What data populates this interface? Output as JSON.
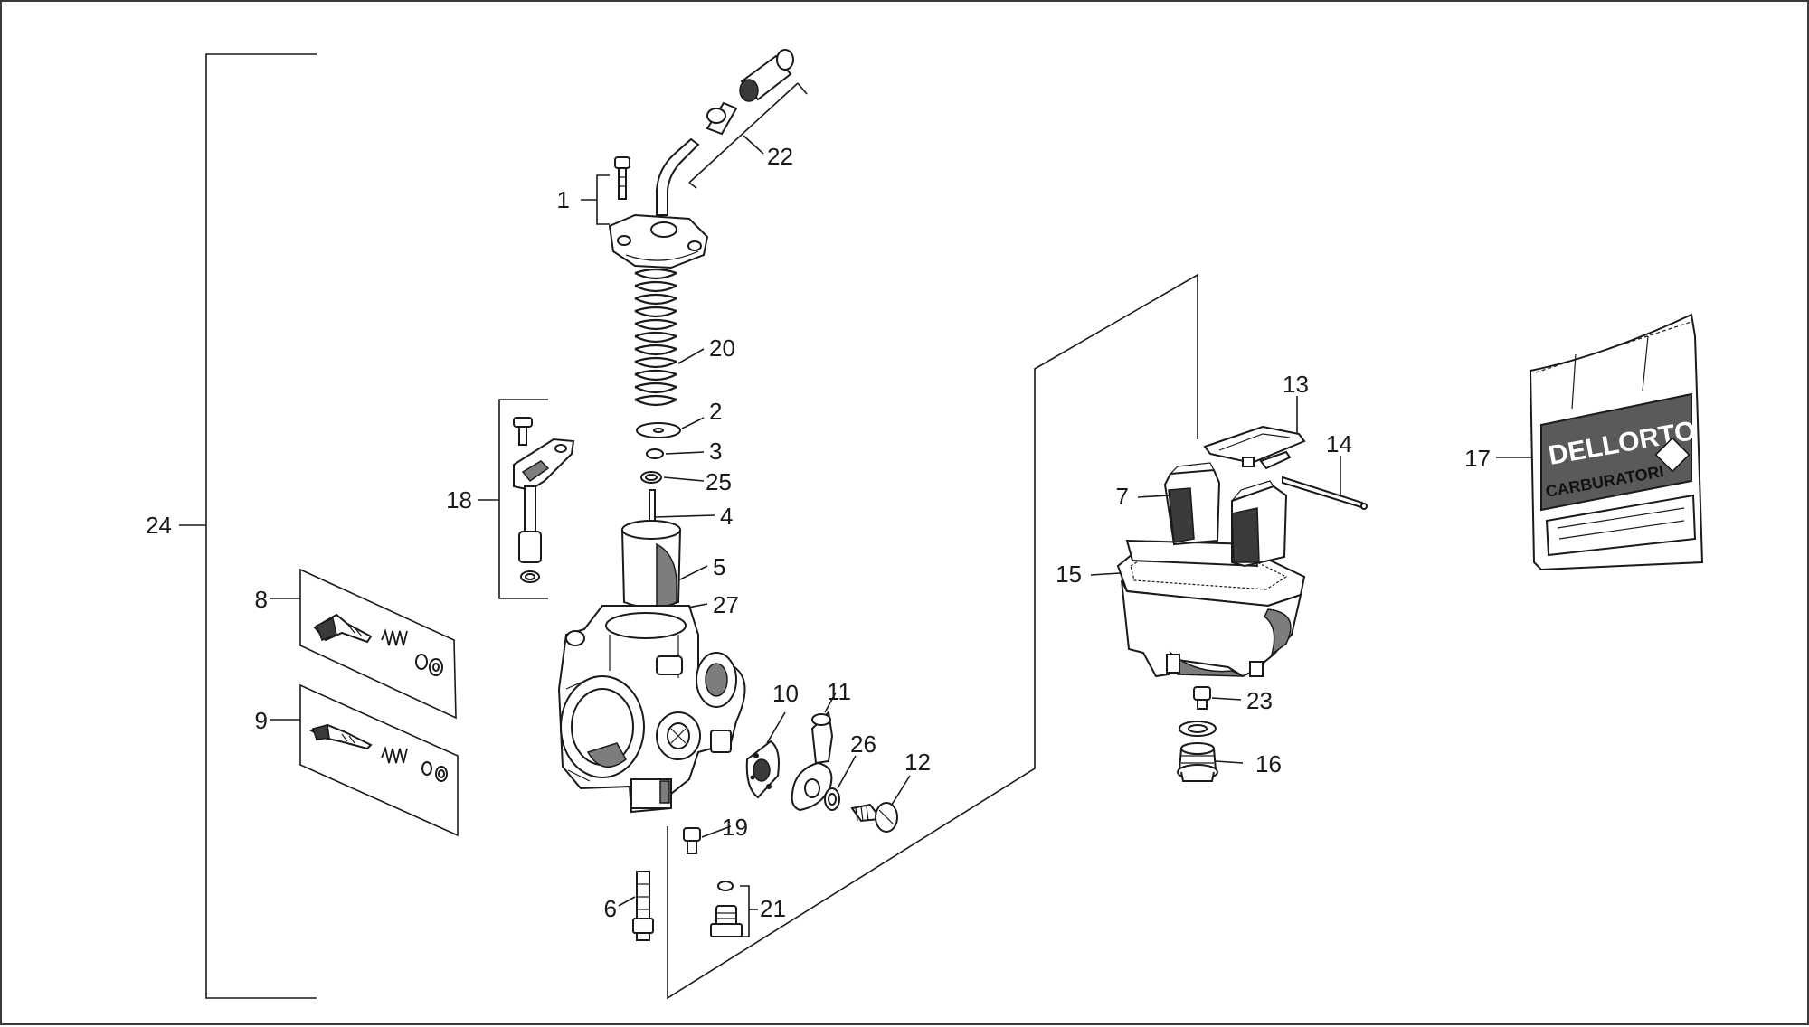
{
  "callouts": [
    {
      "id": "1",
      "text": "1"
    },
    {
      "id": "2",
      "text": "2"
    },
    {
      "id": "3",
      "text": "3"
    },
    {
      "id": "4",
      "text": "4"
    },
    {
      "id": "5",
      "text": "5"
    },
    {
      "id": "6",
      "text": "6"
    },
    {
      "id": "7",
      "text": "7"
    },
    {
      "id": "8",
      "text": "8"
    },
    {
      "id": "9",
      "text": "9"
    },
    {
      "id": "10",
      "text": "10"
    },
    {
      "id": "11",
      "text": "11"
    },
    {
      "id": "12",
      "text": "12"
    },
    {
      "id": "13",
      "text": "13"
    },
    {
      "id": "14",
      "text": "14"
    },
    {
      "id": "15",
      "text": "15"
    },
    {
      "id": "16",
      "text": "16"
    },
    {
      "id": "17",
      "text": "17"
    },
    {
      "id": "18",
      "text": "18"
    },
    {
      "id": "19",
      "text": "19"
    },
    {
      "id": "20",
      "text": "20"
    },
    {
      "id": "21",
      "text": "21"
    },
    {
      "id": "22",
      "text": "22"
    },
    {
      "id": "23",
      "text": "23"
    },
    {
      "id": "24",
      "text": "24"
    },
    {
      "id": "25",
      "text": "25"
    },
    {
      "id": "26",
      "text": "26"
    },
    {
      "id": "27",
      "text": "27"
    }
  ],
  "bag": {
    "brand": "DELLORTO",
    "subtitle": "CARBURATORI"
  }
}
